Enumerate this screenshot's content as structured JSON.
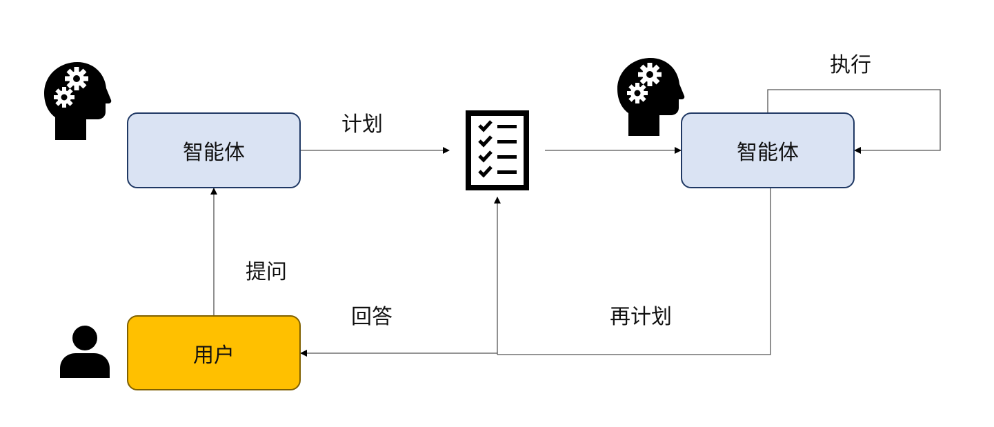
{
  "nodes": {
    "agent_left": "智能体",
    "agent_right": "智能体",
    "user": "用户"
  },
  "edges": {
    "plan": "计划",
    "execute": "执行",
    "ask": "提问",
    "answer": "回答",
    "replan": "再计划"
  },
  "icons": {
    "agent_left": "head-gears-icon",
    "agent_right": "head-gears-icon",
    "user": "user-icon",
    "plan": "checklist-icon"
  },
  "colors": {
    "agent_fill": "#dae3f3",
    "agent_border": "#1f3864",
    "user_fill": "#ffc000",
    "user_border": "#7f6000",
    "line": "#555555"
  }
}
